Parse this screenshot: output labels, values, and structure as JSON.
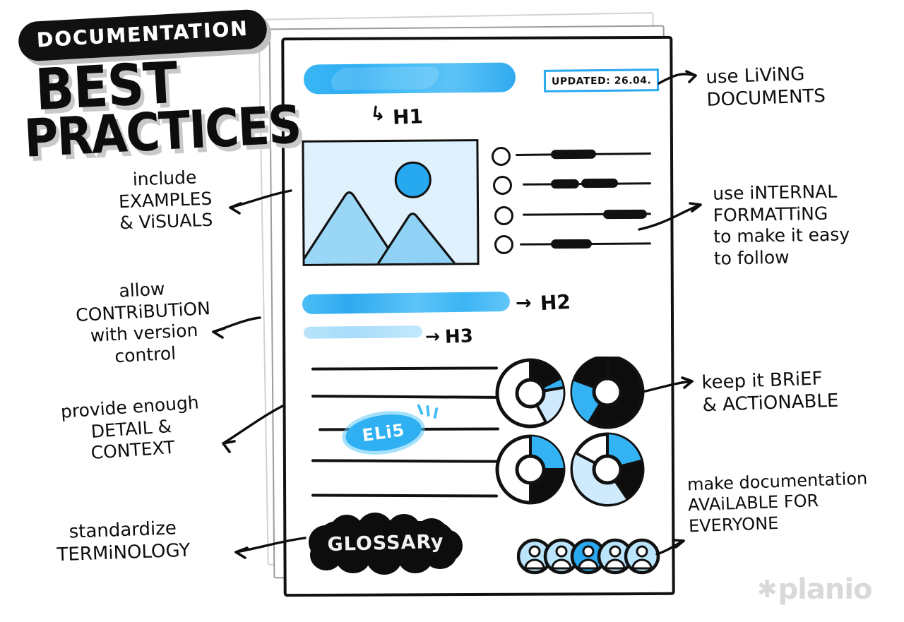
{
  "title": {
    "badge": "DOCUMENTATION",
    "line1": "BEST",
    "line2": "PRACTICES"
  },
  "document": {
    "updated_badge": "UPDATED: 26.04.",
    "headings": [
      {
        "key": "h1",
        "label": "H1",
        "arrow": "↳",
        "color": "#2fa9ef"
      },
      {
        "key": "h2",
        "label": "H2",
        "arrow": "→",
        "color": "#3cb5f4"
      },
      {
        "key": "h3",
        "label": "H3",
        "arrow": "→",
        "color": "#b3e2fb"
      }
    ],
    "image_placeholder": {
      "name": "landscape-image",
      "sun_color": "#27a9f0",
      "sky_color": "#dff1fd"
    },
    "bullet_count": 4,
    "text_line_count": 5,
    "highlight": {
      "text": "ELi5",
      "color": "#2fb0f2"
    },
    "glossary": {
      "text": "GLOSSARy",
      "color": "#0d0d0d"
    },
    "avatars": {
      "count": 5,
      "highlight_index": 2,
      "color": "#b9e4fb",
      "highlight_color": "#29a9ef"
    }
  },
  "chart_data": {
    "type": "pie",
    "title": "Donut charts",
    "charts": [
      {
        "name": "donut-1",
        "segments": [
          {
            "label": "black",
            "color": "#0d0d0d",
            "value": 21
          },
          {
            "label": "blue",
            "color": "#33b3f3",
            "value": 8
          },
          {
            "label": "light-blue",
            "color": "#cfeafc",
            "value": 16
          },
          {
            "label": "white",
            "color": "#ffffff",
            "value": 55
          }
        ]
      },
      {
        "name": "donut-2",
        "segments": [
          {
            "label": "black",
            "color": "#0d0d0d",
            "value": 58
          },
          {
            "label": "blue",
            "color": "#33b3f3",
            "value": 25
          },
          {
            "label": "light-blue",
            "color": "#8fd4f8",
            "value": 17
          }
        ]
      },
      {
        "name": "donut-3",
        "segments": [
          {
            "label": "blue",
            "color": "#33b3f3",
            "value": 17
          },
          {
            "label": "black",
            "color": "#0d0d0d",
            "value": 33
          },
          {
            "label": "white",
            "color": "#ffffff",
            "value": 50
          }
        ]
      },
      {
        "name": "donut-4",
        "segments": [
          {
            "label": "blue",
            "color": "#33b3f3",
            "value": 22
          },
          {
            "label": "black",
            "color": "#0d0d0d",
            "value": 14
          },
          {
            "label": "light-blue",
            "color": "#cfeafc",
            "value": 34
          },
          {
            "label": "white",
            "color": "#ffffff",
            "value": 30
          }
        ]
      }
    ]
  },
  "annotations": [
    {
      "id": "living-documents",
      "text": "use LiViNG\nDOCUMENTS"
    },
    {
      "id": "internal-formatting",
      "text": "use iNTERNAL\nFORMATTiNG\nto make it easy\nto follow"
    },
    {
      "id": "brief-actionable",
      "text": "keep it BRiEF\n& ACTiONABLE"
    },
    {
      "id": "available-everyone",
      "text": "make documentation\nAVAiLABLE FOR\nEVERYONE"
    },
    {
      "id": "examples-visuals",
      "text": "include\nEXAMPLES\n& ViSUALS"
    },
    {
      "id": "contribution-version-control",
      "text": "allow\nCONTRiBUTiON\nwith version\ncontrol"
    },
    {
      "id": "detail-context",
      "text": "provide enough\nDETAIL &\nCONTEXT"
    },
    {
      "id": "standardize-terminology",
      "text": "standardize\nTERMiNOLOGY"
    }
  ],
  "brand": {
    "asterisk": "✱",
    "name": "planio"
  }
}
